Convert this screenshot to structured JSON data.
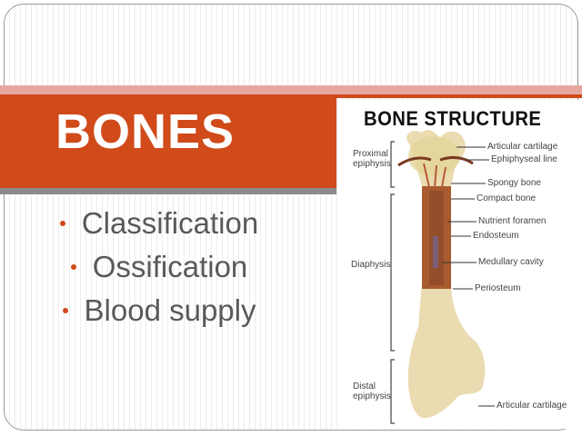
{
  "slide": {
    "title": "BONES",
    "bullets": [
      {
        "label": "Classification"
      },
      {
        "label": "Ossification"
      },
      {
        "label": "Blood supply"
      }
    ],
    "colors": {
      "accent": "#d04a1a",
      "stripe": "#e8a8a0",
      "shadow": "#8f8a8d",
      "body_text": "#595959"
    }
  },
  "diagram": {
    "title": "BONE STRUCTURE",
    "regions": [
      {
        "label_line1": "Proximal",
        "label_line2": "epiphysis"
      },
      {
        "label_line1": "Diaphysis",
        "label_line2": ""
      },
      {
        "label_line1": "Distal",
        "label_line2": "epiphysis"
      }
    ],
    "labels": [
      "Articular cartilage",
      "Ephiphyseal line",
      "Spongy bone",
      "Compact bone",
      "Nutrient foramen",
      "Endosteum",
      "Medullary cavity",
      "Periosteum",
      "Articular cartilage"
    ]
  }
}
